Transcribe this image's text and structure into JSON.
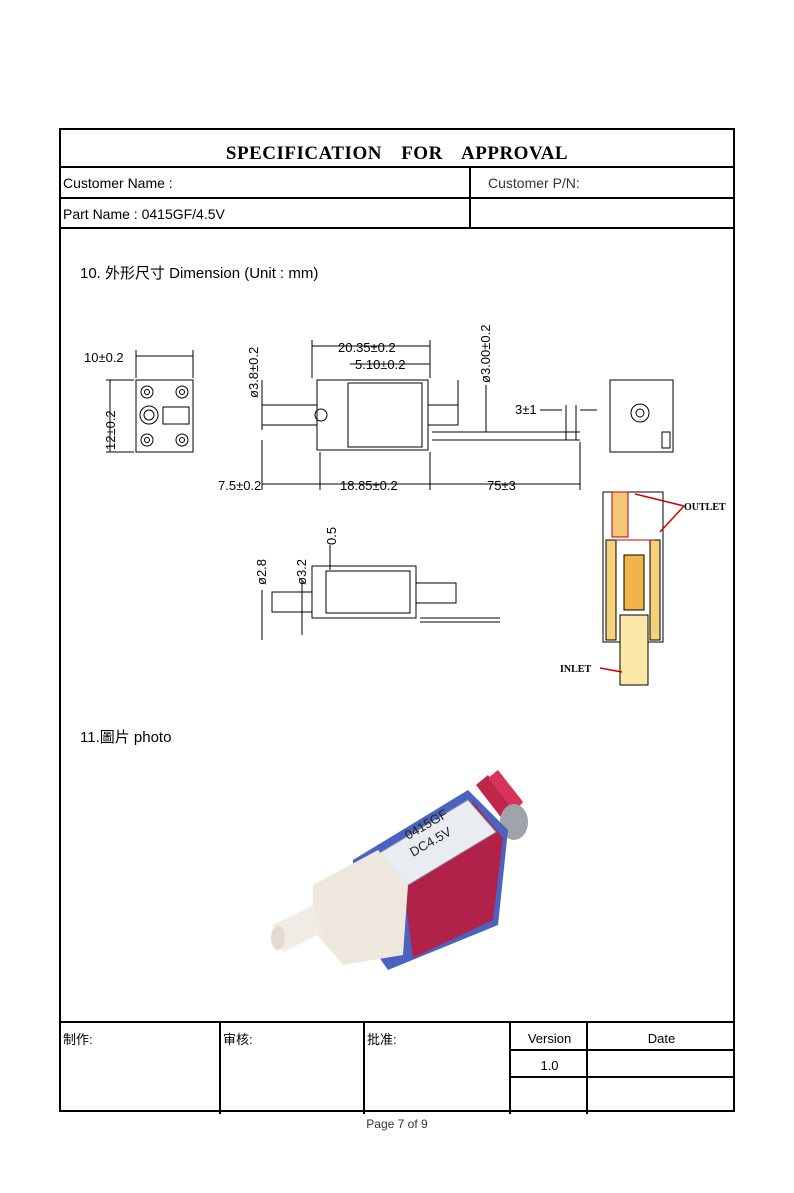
{
  "header": {
    "title": "SPECIFICATION  FOR  APPROVAL",
    "customer_name_label": "Customer Name :",
    "customer_pn_label": "Customer P/N:",
    "part_name_label": "Part Name : 0415GF/4.5V"
  },
  "sections": {
    "dimension_heading": "10. 外形尺寸   Dimension (Unit : mm)",
    "photo_heading": "11.圖片  photo"
  },
  "dimensions": {
    "d1": "10±0.2",
    "d2": "12±0.2",
    "d3": "ø3.8±0.2",
    "d4": "20.35±0.2",
    "d5": "5.10±0.2",
    "d6": "ø3.00±0.2",
    "d7": "3±1",
    "d8": "7.5±0.2",
    "d9": "18.85±0.2",
    "d10": "75±3",
    "d11": "ø2.8",
    "d12": "ø3.2",
    "d13": "0.5",
    "outlet": "OUTLET",
    "inlet": "INLET"
  },
  "photo": {
    "label_line1": "0415GF",
    "label_line2": "DC4.5V"
  },
  "footer": {
    "made_by": "制作:",
    "reviewed": "审核:",
    "approved": "批准:",
    "version_label": "Version",
    "date_label": "Date",
    "version_value": "1.0",
    "date_value": ""
  },
  "page": "Page 7   of   9"
}
